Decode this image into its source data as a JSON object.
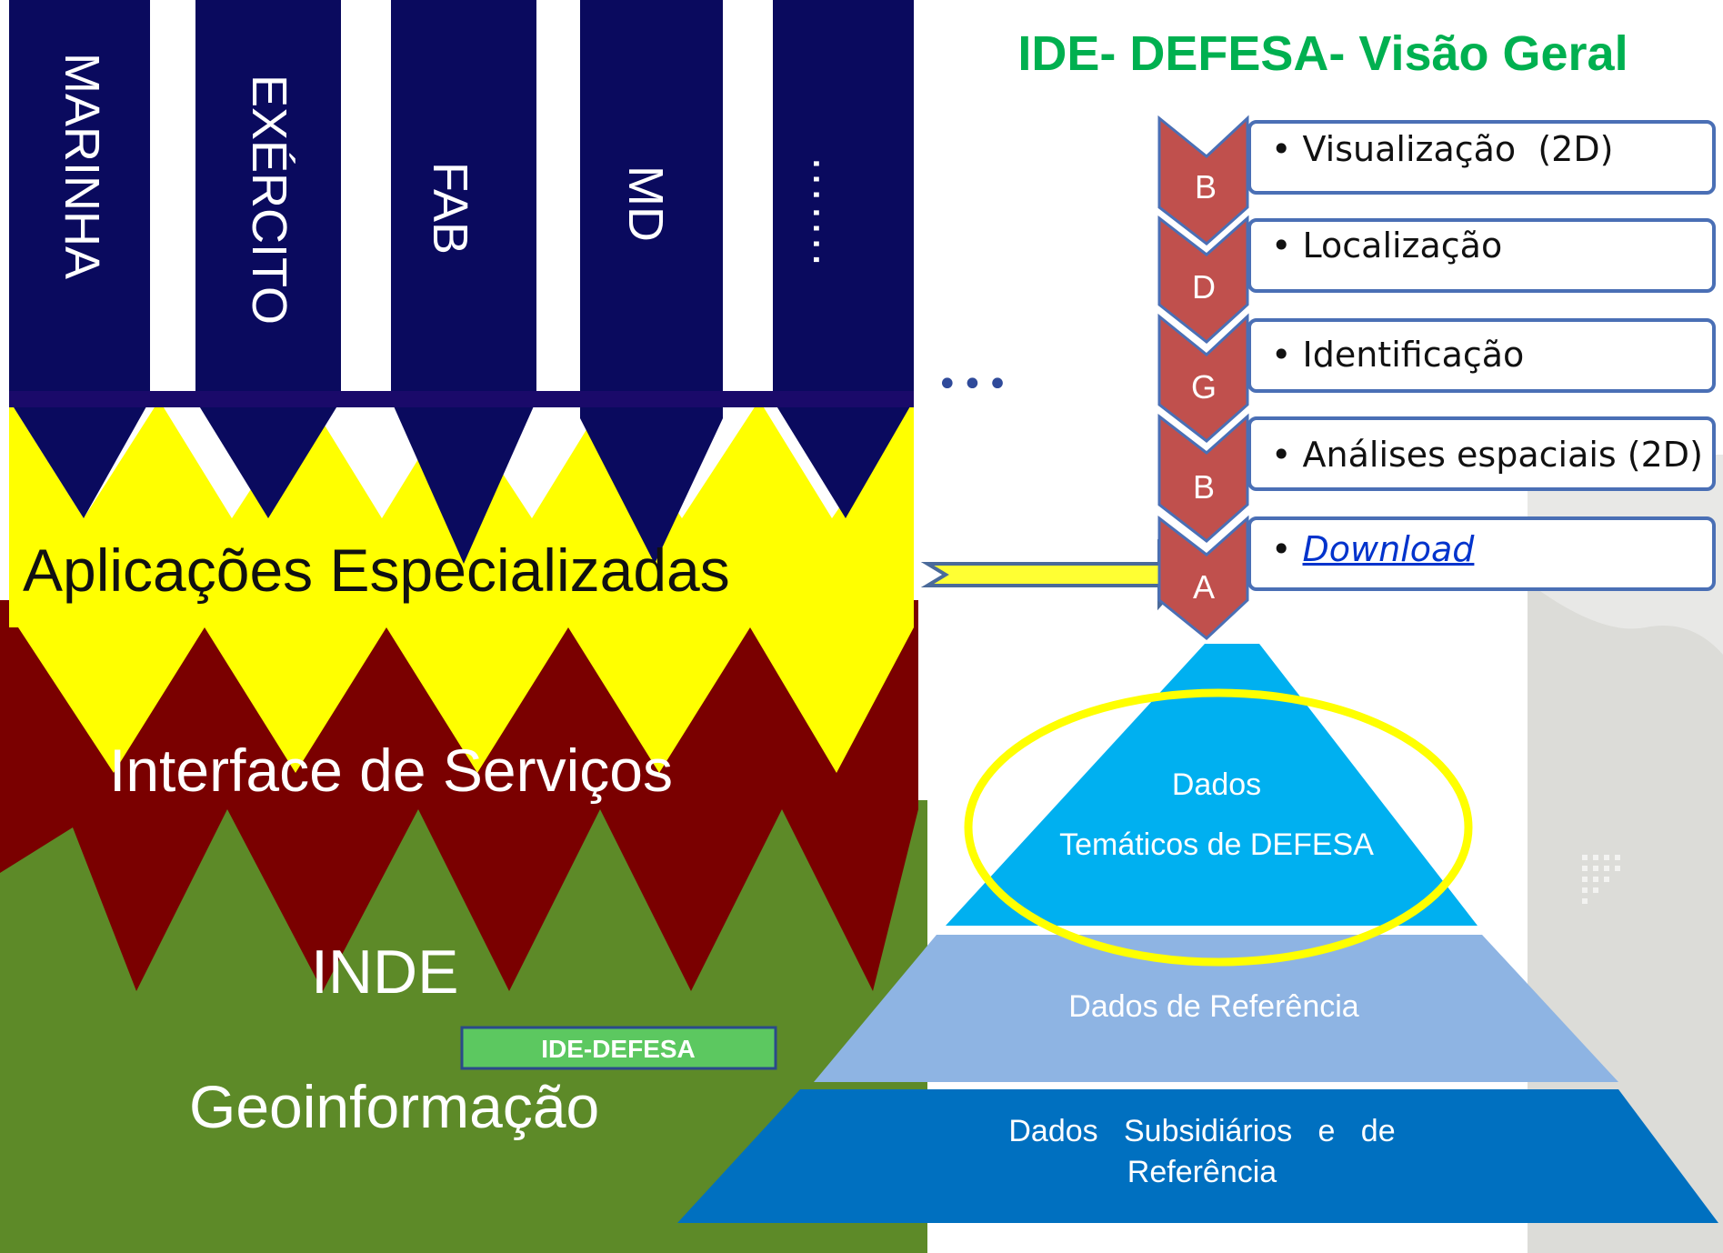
{
  "title": "IDE- DEFESA- Visão Geral",
  "columns": [
    {
      "label": "MARINHA"
    },
    {
      "label": "EXÉRCITO"
    },
    {
      "label": "FAB"
    },
    {
      "label": "MD"
    },
    {
      "label": "……."
    }
  ],
  "ellipsis": "•••",
  "layers": {
    "applications": "Aplicações Especializadas",
    "services": "Interface de Serviços",
    "inde": "INDE",
    "ide_defesa_badge": "IDE-DEFESA",
    "geoinformacao": "Geoinformação"
  },
  "bdgba": [
    {
      "letter": "B",
      "bullet": "•",
      "label": "Visualização  (2D)"
    },
    {
      "letter": "D",
      "bullet": "•",
      "label": "Localização"
    },
    {
      "letter": "G",
      "bullet": "•",
      "label": "Identificação"
    },
    {
      "letter": "B",
      "bullet": "•",
      "label": "Análises espaciais (2D)"
    },
    {
      "letter": "A",
      "bullet": "•",
      "label": "Download"
    }
  ],
  "pyramid": {
    "top_line1": "Dados",
    "top_line2": "Temáticos  de DEFESA",
    "middle": "Dados de Referência",
    "bottom_line1": "Dados   Subsidiários   e   de",
    "bottom_line2": "Referência"
  },
  "colors": {
    "title_green": "#00b050",
    "column_navy": "#0a0a5e",
    "applications_yellow": "#ffff00",
    "services_maroon": "#7a0000",
    "inde_green": "#5d8a28",
    "chevron_red": "#c0504d",
    "pyramid_top": "#00b0f0",
    "pyramid_middle": "#8eb4e3",
    "pyramid_bottom": "#0070c0",
    "ellipse_yellow": "#ffff00"
  }
}
